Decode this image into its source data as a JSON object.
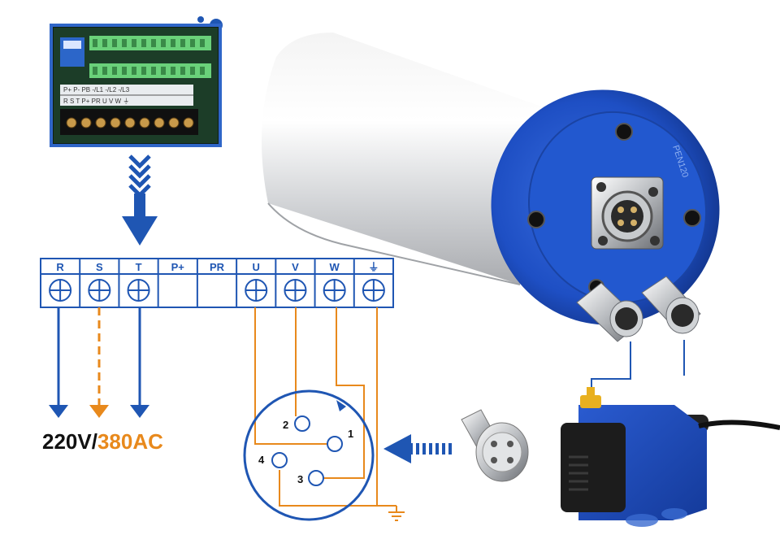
{
  "terminal_block": {
    "labels": [
      "R",
      "S",
      "T",
      "P+",
      "PR",
      "U",
      "V",
      "W",
      "⏚"
    ],
    "has_screw": [
      true,
      true,
      true,
      false,
      false,
      true,
      true,
      true,
      true
    ]
  },
  "voltage": {
    "part1": "220V/",
    "part2": "380AC"
  },
  "connector_pins": [
    "1",
    "2",
    "3",
    "4"
  ],
  "inverter_photo": {
    "top_row": "P+ P- PB -/L1 -/L2 -/L3",
    "bottom_row": "R S T P+ PR U V W ⏚"
  },
  "spindle_body_text": "PEN120",
  "colors": {
    "blue": "#1f56b3",
    "orange": "#e8891c",
    "black": "#111111",
    "spindle_blue": "#1e4fc4",
    "pump_blue": "#1f48b8"
  }
}
